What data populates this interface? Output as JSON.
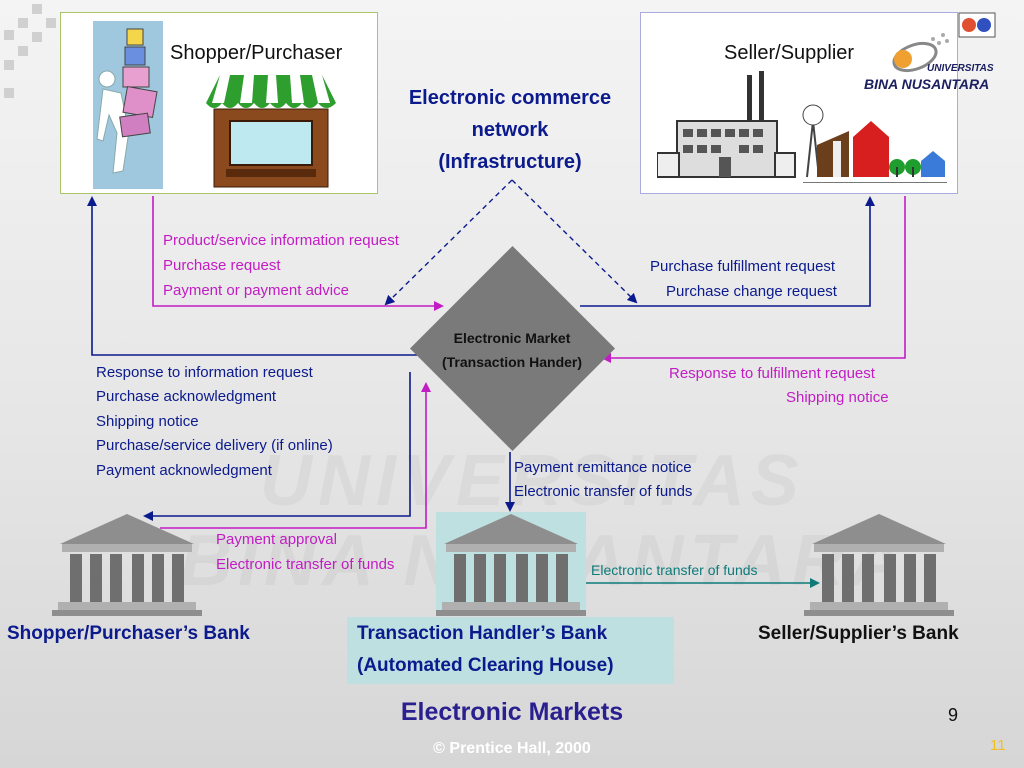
{
  "diagram": {
    "shopper": {
      "label": "Shopper/Purchaser"
    },
    "seller": {
      "label": "Seller/Supplier"
    },
    "infrastructure": {
      "line1": "Electronic commerce",
      "line2": "network",
      "line3": "(Infrastructure)"
    },
    "market": {
      "line1": "Electronic Market",
      "line2": "(Transaction Hander)"
    },
    "flows": {
      "shopper_to_market": [
        "Product/service information request",
        "Purchase request",
        "Payment or payment advice"
      ],
      "market_to_seller": [
        "Purchase fulfillment request",
        "Purchase change request"
      ],
      "seller_to_market": [
        "Response to fulfillment request",
        "Shipping notice"
      ],
      "market_to_shopper": [
        "Response to information request",
        "Purchase acknowledgment",
        "Shipping notice",
        "Purchase/service delivery (if online)",
        "Payment acknowledgment"
      ],
      "market_to_handler_bank": [
        "Payment remittance notice",
        "Electronic transfer of funds"
      ],
      "shopper_bank_to_market": [
        "Payment approval",
        "Electronic transfer of funds"
      ],
      "handler_to_seller_bank": "Electronic transfer of funds"
    },
    "banks": {
      "shopper_bank": "Shopper/Purchaser’s Bank",
      "handler_bank_line1": "Transaction Handler’s Bank",
      "handler_bank_line2": "(Automated Clearing House)",
      "seller_bank": "Seller/Supplier’s Bank"
    },
    "colors": {
      "request_flow": "#c21cc4",
      "response_flow": "#0b1a8c",
      "funds_flow": "#0f7a7a",
      "diamond": "#7a7a7a",
      "handler_highlight": "#bfe0e0"
    }
  },
  "logo": {
    "line1": "UNIVERSITAS",
    "line2": "BINA NUSANTARA"
  },
  "footer": {
    "title": "Electronic Markets",
    "page_number": "9",
    "copyright": "© Prentice Hall, 2000",
    "slide_number": "11"
  }
}
